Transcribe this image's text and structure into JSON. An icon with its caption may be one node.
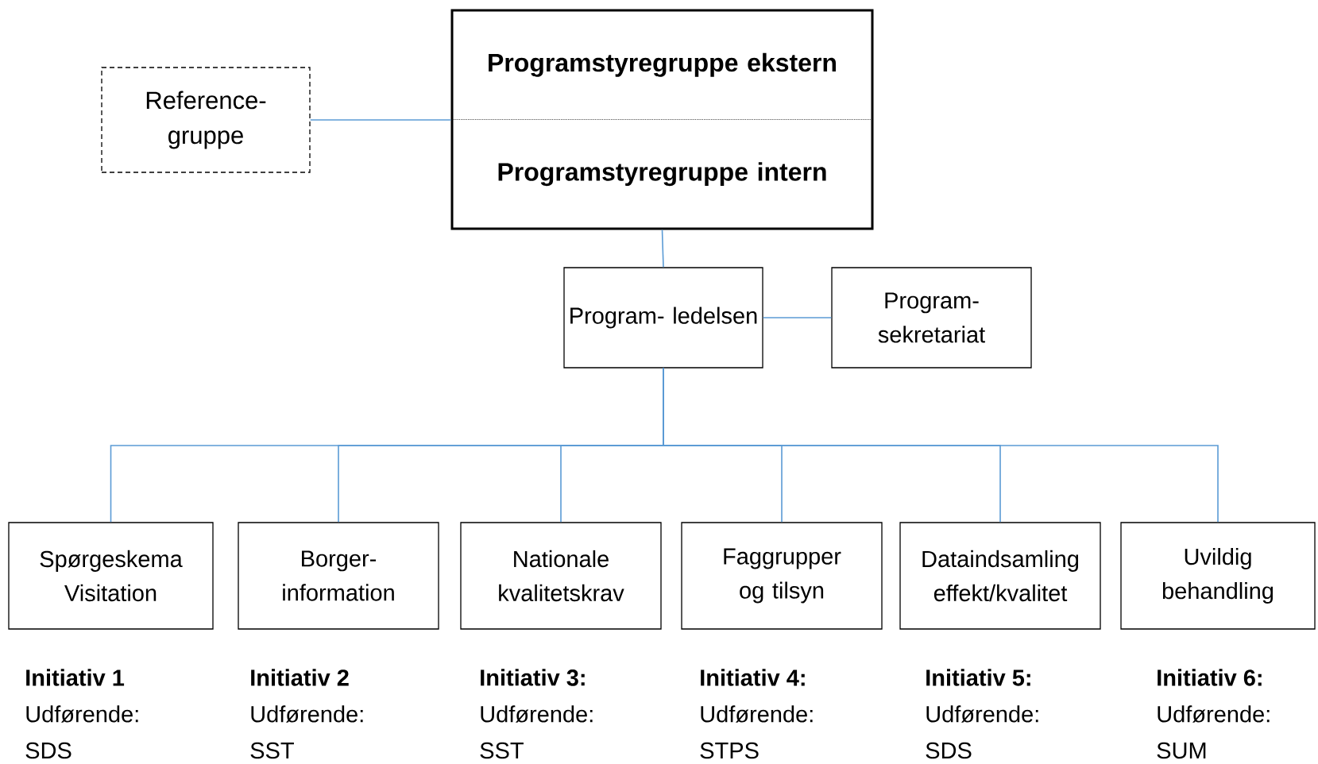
{
  "diagram": {
    "nodes": [
      {
        "text": [
          "Programstyregruppe ekstern",
          "Programstyregruppe intern"
        ]
      },
      {
        "text": [
          "Reference- gruppe"
        ]
      },
      {
        "text": [
          "Program- ledelsen"
        ]
      },
      {
        "text": [
          "Program- sekretariat"
        ]
      },
      {
        "text": [
          "Spørgeskema Visitation"
        ],
        "beside": [
          "Initiativ 1",
          "Udførende:",
          "SDS"
        ]
      },
      {
        "text": [
          "Borger- information"
        ],
        "beside": [
          "Initiativ 2",
          "Udførende:",
          "SST"
        ]
      },
      {
        "text": [
          "Nationale kvalitetskrav"
        ],
        "beside": [
          "Initiativ 3:",
          "Udførende:",
          "SST"
        ]
      },
      {
        "text": [
          "Faggrupper og tilsyn"
        ],
        "beside": [
          "Initiativ 4:",
          "Udførende:",
          "STPS"
        ]
      },
      {
        "text": [
          "Dataindsamling effekt/kvalitet"
        ],
        "beside": [
          "Initiativ 5:",
          "Udførende:",
          "SDS"
        ]
      },
      {
        "text": [
          "Uvildig behandling"
        ],
        "beside": [
          "Initiativ 6:",
          "Udførende:",
          "SUM"
        ]
      }
    ],
    "edges": [
      {
        "from": 1,
        "to": 0,
        "arrow": "none"
      },
      {
        "from": 0,
        "to": 2,
        "arrow": "none"
      },
      {
        "from": 2,
        "to": 3,
        "arrow": "none"
      },
      {
        "from": 2,
        "to": 4,
        "arrow": "none"
      },
      {
        "from": 2,
        "to": 5,
        "arrow": "none"
      },
      {
        "from": 2,
        "to": 6,
        "arrow": "none"
      },
      {
        "from": 2,
        "to": 7,
        "arrow": "none"
      },
      {
        "from": 2,
        "to": 8,
        "arrow": "none"
      },
      {
        "from": 2,
        "to": 9,
        "arrow": "none"
      }
    ]
  }
}
